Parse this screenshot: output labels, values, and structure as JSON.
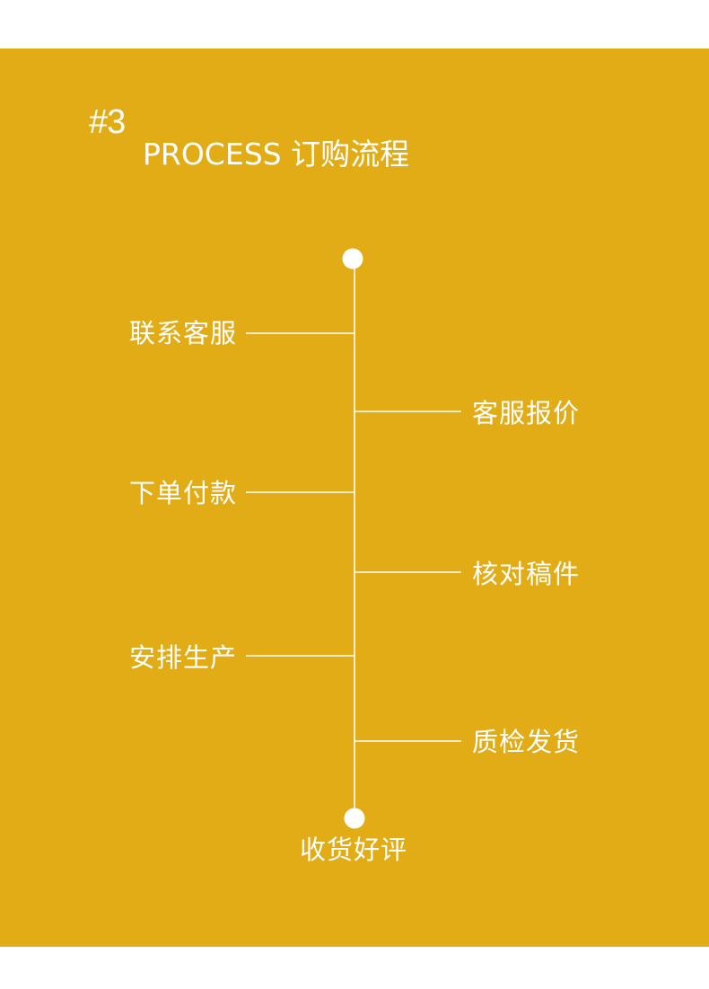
{
  "header": {
    "number": "#3",
    "title": "PROCESS 订购流程"
  },
  "colors": {
    "background": "#e2ac16",
    "foreground": "#ffffff"
  },
  "steps": {
    "left": [
      "联系客服",
      "下单付款",
      "安排生产"
    ],
    "right": [
      "客服报价",
      "核对稿件",
      "质检发货"
    ],
    "end": "收货好评"
  }
}
